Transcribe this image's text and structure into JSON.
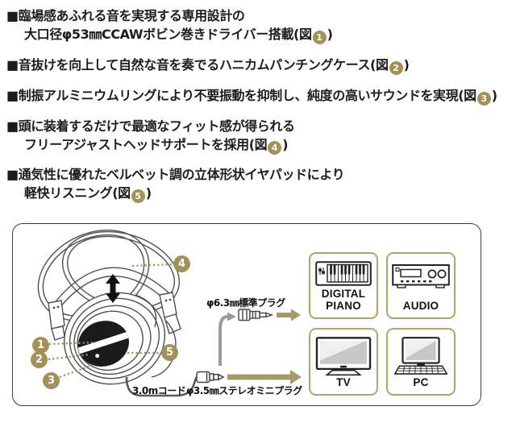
{
  "features": [
    {
      "lines": [
        {
          "pre": "■臨場感あふれる音を実現する専用設計の"
        },
        {
          "pre": "大口径φ53㎜CCAWボビン巻きドライバー搭載(図",
          "fig": "1",
          "post": ")"
        }
      ]
    },
    {
      "lines": [
        {
          "pre": "■音抜けを向上して自然な音を奏でるハニカムパンチングケース(図",
          "fig": "2",
          "post": ")"
        }
      ]
    },
    {
      "lines": [
        {
          "pre": "■制振アルミニウムリングにより不要振動を抑制し、純度の高いサウンドを実現(図",
          "fig": "3",
          "post": ")"
        }
      ]
    },
    {
      "lines": [
        {
          "pre": "■頭に装着するだけで最適なフィット感が得られる"
        },
        {
          "pre": "フリーアジャストヘッドサポートを採用(図",
          "fig": "4",
          "post": ")"
        }
      ]
    },
    {
      "lines": [
        {
          "pre": "■通気性に優れたベルベット調の立体形状イヤパッドにより"
        },
        {
          "pre": "軽快リスニング(図",
          "fig": "5",
          "post": ")"
        }
      ]
    }
  ],
  "diagram": {
    "figure_callouts": [
      {
        "num": "1"
      },
      {
        "num": "2"
      },
      {
        "num": "3"
      },
      {
        "num": "4"
      },
      {
        "num": "5"
      }
    ],
    "cord_label": "3.0mコード",
    "plug_6_3_label": "φ6.3㎜標準プラグ",
    "plug_3_5_label": "φ3.5㎜ステレオミニプラグ",
    "devices": [
      {
        "label": "DIGITAL PIANO",
        "icon": "digital-piano-icon"
      },
      {
        "label": "AUDIO",
        "icon": "audio-receiver-icon"
      },
      {
        "label": "TV",
        "icon": "tv-icon"
      },
      {
        "label": "PC",
        "icon": "pc-icon"
      }
    ]
  },
  "colors": {
    "badge_gold": "#a3905a",
    "arrow_gold": "#a59a6a",
    "device_border_gold": "#b0a26b",
    "diagram_border": "#3c3c3c",
    "line_art_gray": "#4f4f4f",
    "guide_gray": "#9a9a9a",
    "text": "#1c1c1c"
  }
}
